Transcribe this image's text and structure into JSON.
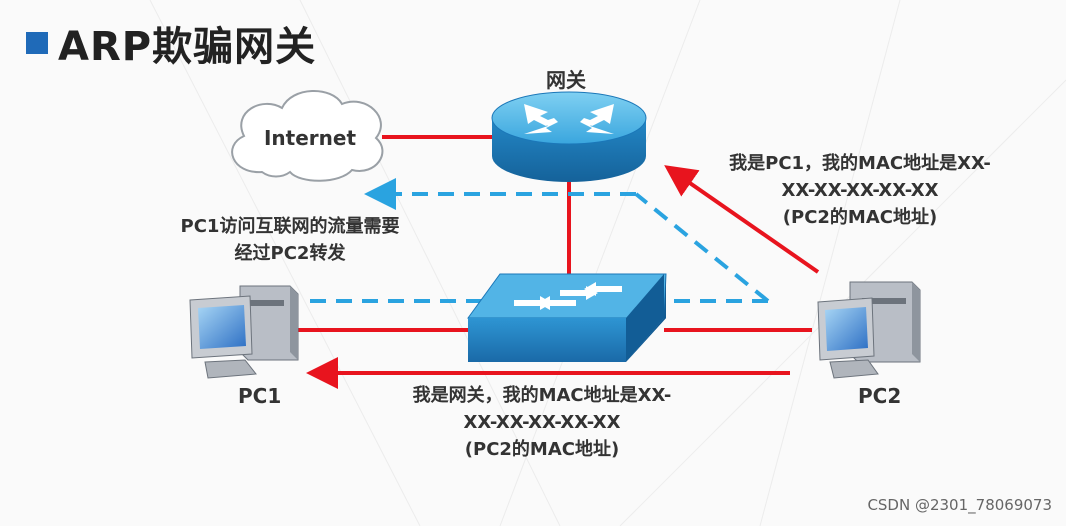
{
  "title": "ARP欺骗网关",
  "nodes": {
    "internet": "Internet",
    "gateway": "网关",
    "pc1": "PC1",
    "pc2": "PC2"
  },
  "notes": {
    "pc2_to_gateway": [
      "我是PC1，我的MAC地址是XX-",
      "XX-XX-XX-XX-XX",
      "(PC2的MAC地址)"
    ],
    "traffic": [
      "PC1访问互联网的流量需要",
      "经过PC2转发"
    ],
    "pc2_to_pc1": [
      "我是网关，我的MAC地址是XX-",
      "XX-XX-XX-XX-XX",
      "(PC2的MAC地址)"
    ]
  },
  "colors": {
    "accent": "#1f6ab8",
    "link_red": "#e8141e",
    "dashed_blue": "#2aa3e0"
  },
  "watermark": "CSDN @2301_78069073"
}
